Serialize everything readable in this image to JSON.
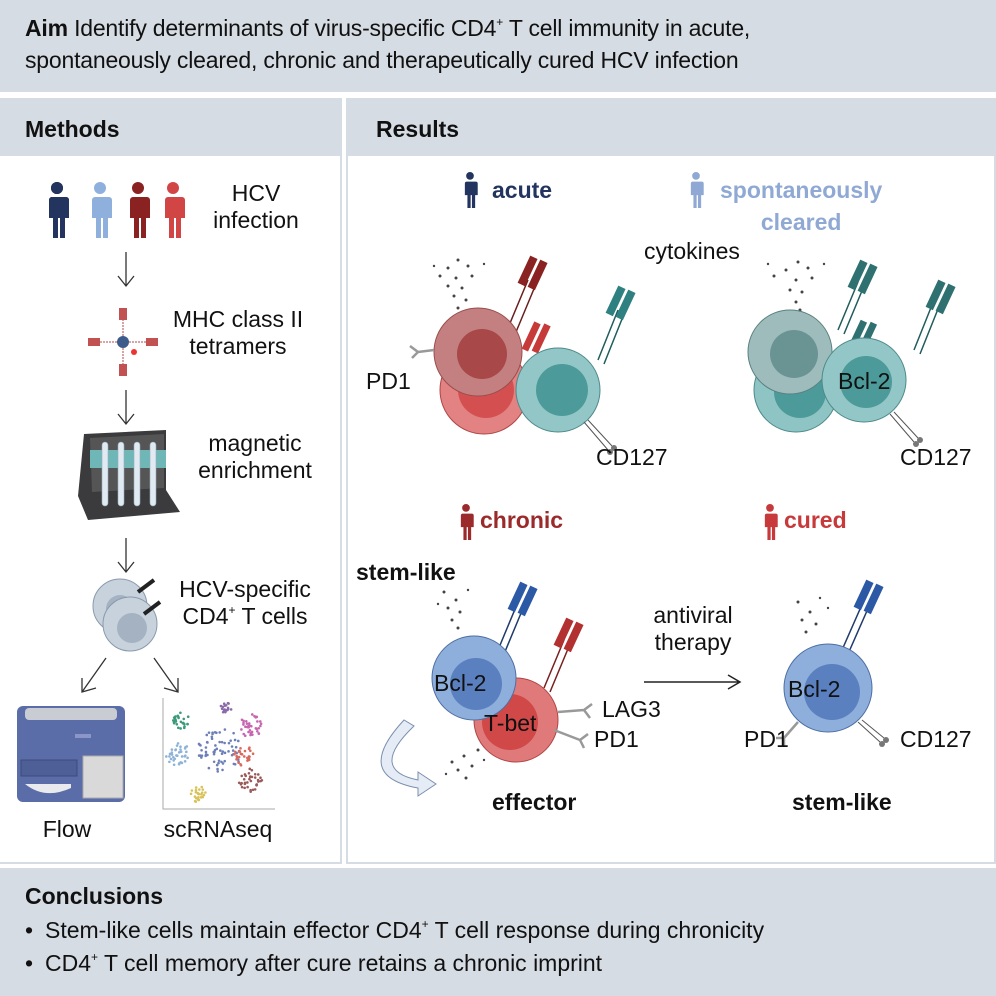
{
  "aim": {
    "label": "Aim",
    "text_line1": "Identify determinants of virus-specific CD4",
    "sup": "+",
    "text_line1_end": " T cell immunity in acute,",
    "text_line2": "spontaneously cleared, chronic and therapeutically cured HCV infection"
  },
  "methods": {
    "title": "Methods",
    "steps": [
      {
        "line1": "HCV",
        "line2": "infection",
        "icon": "people-icon"
      },
      {
        "line1": "MHC class II",
        "line2": "tetramers",
        "icon": "tetramer-icon"
      },
      {
        "line1": "magnetic",
        "line2": "enrichment",
        "icon": "magnet-rack-icon"
      },
      {
        "line1": "HCV-specific",
        "line2_pre": "CD4",
        "line2_sup": "+",
        "line2_post": " T cells",
        "icon": "t-cells-icon"
      }
    ],
    "outputs": [
      {
        "label": "Flow",
        "icon": "flow-cytometer-icon"
      },
      {
        "label": "scRNAseq",
        "icon": "umap-plot-icon"
      }
    ]
  },
  "results": {
    "title": "Results",
    "groups": [
      {
        "name": "acute",
        "color": "#23345f",
        "markers": [
          "PD1",
          "CD127"
        ]
      },
      {
        "name_line1": "spontaneously",
        "name_line2": "cleared",
        "color": "#8fa9d4",
        "markers": [
          "cytokines",
          "Bcl-2",
          "CD127"
        ]
      },
      {
        "name": "chronic",
        "color": "#9b2a2b",
        "subtitle_top": "stem-like",
        "subtitle_bottom": "effector",
        "markers": [
          "Bcl-2",
          "T-bet",
          "LAG3",
          "PD1"
        ]
      },
      {
        "name": "cured",
        "color": "#c7393a",
        "subtitle_bottom": "stem-like",
        "markers": [
          "Bcl-2",
          "PD1",
          "CD127"
        ]
      }
    ],
    "transition": {
      "line1": "antiviral",
      "line2": "therapy"
    }
  },
  "conclusions": {
    "title": "Conclusions",
    "items": [
      {
        "pre": "Stem-like cells maintain effector CD4",
        "sup": "+",
        "post": " T cell response during chronicity"
      },
      {
        "pre": "CD4",
        "sup": "+",
        "post": " T cell memory after cure retains a chronic imprint"
      }
    ]
  },
  "colors": {
    "panel_bg": "#d6dce4",
    "acute": "#23345f",
    "cleared": "#8fa9d4",
    "chronic": "#9b2a2b",
    "cured": "#c7393a",
    "teal_cell": "#7fbcbc",
    "blue_cell": "#7d9fcf",
    "red_cell": "#e07272"
  }
}
